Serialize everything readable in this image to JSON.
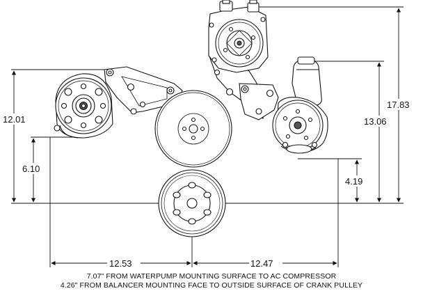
{
  "dimensions": {
    "left_outer": "12.01",
    "left_inner": "6.10",
    "right_inner": "13.06",
    "right_outer": "17.83",
    "right_low": "4.19",
    "bottom_left": "12.53",
    "bottom_right": "12.47"
  },
  "captions": {
    "line1": "7.07\" FROM WATERPUMP MOUNTING SURFACE TO AC COMPRESSOR",
    "line2": "4.26\" FROM BALANCER MOUNTING FACE TO OUTSIDE SURFACE OF CRANK PULLEY"
  },
  "colors": {
    "line": "#111111",
    "paper": "#ffffff"
  }
}
